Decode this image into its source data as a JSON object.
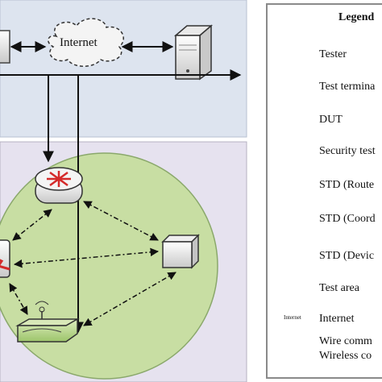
{
  "internet_cloud": {
    "label": "Internet"
  },
  "legend": {
    "title": "Legend",
    "items": [
      {
        "icon": "tester-icon",
        "label": "Tester"
      },
      {
        "icon": "test-terminal-icon",
        "label": "Test termina"
      },
      {
        "icon": "dut-icon",
        "label": "DUT"
      },
      {
        "icon": "security-test-server-icon",
        "label": "Security test"
      },
      {
        "icon": "std-router-icon",
        "label": "STD (Route"
      },
      {
        "icon": "std-coordinator-icon",
        "label": "STD (Coord"
      },
      {
        "icon": "std-device-icon",
        "label": "STD (Devic"
      },
      {
        "icon": "test-area-icon",
        "label": "Test area"
      },
      {
        "icon": "internet-icon",
        "label": "Internet",
        "icon_text": "Internet"
      },
      {
        "icon": "wire-line-icon",
        "label": "Wire comm"
      },
      {
        "icon": "wireless-line-icon",
        "label": "Wireless co"
      }
    ]
  },
  "colors": {
    "top_panel": "#dde4ef",
    "bottom_panel": "#e6e2ef",
    "test_area": "#c8dea3",
    "router_red": "#d42a2a",
    "tester_blue": "#3c6aa8"
  }
}
